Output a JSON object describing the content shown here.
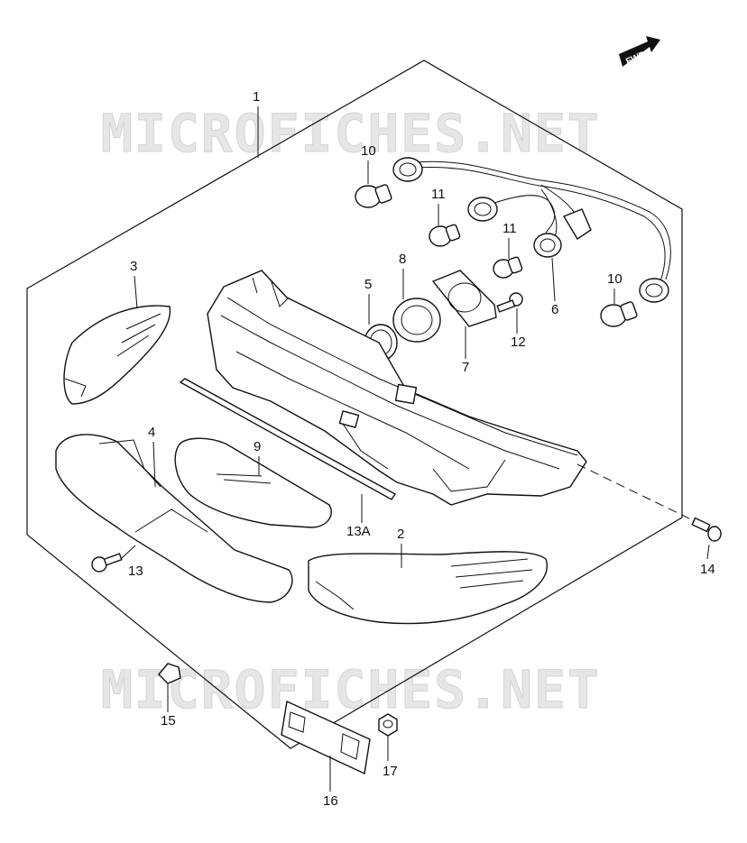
{
  "watermark": {
    "top": "MICROFICHES.NET",
    "bottom": "MICROFICHES.NET"
  },
  "fwd_badge": "FWD",
  "callouts": {
    "c1": "1",
    "c2": "2",
    "c3": "3",
    "c4": "4",
    "c5": "5",
    "c6": "6",
    "c7": "7",
    "c8": "8",
    "c9": "9",
    "c10a": "10",
    "c10b": "10",
    "c11a": "11",
    "c11b": "11",
    "c12": "12",
    "c13": "13",
    "c13a": "13A",
    "c14": "14",
    "c15": "15",
    "c16": "16",
    "c17": "17"
  },
  "colors": {
    "line": "#111111",
    "background": "#ffffff",
    "watermark": "#e6e6e6"
  }
}
